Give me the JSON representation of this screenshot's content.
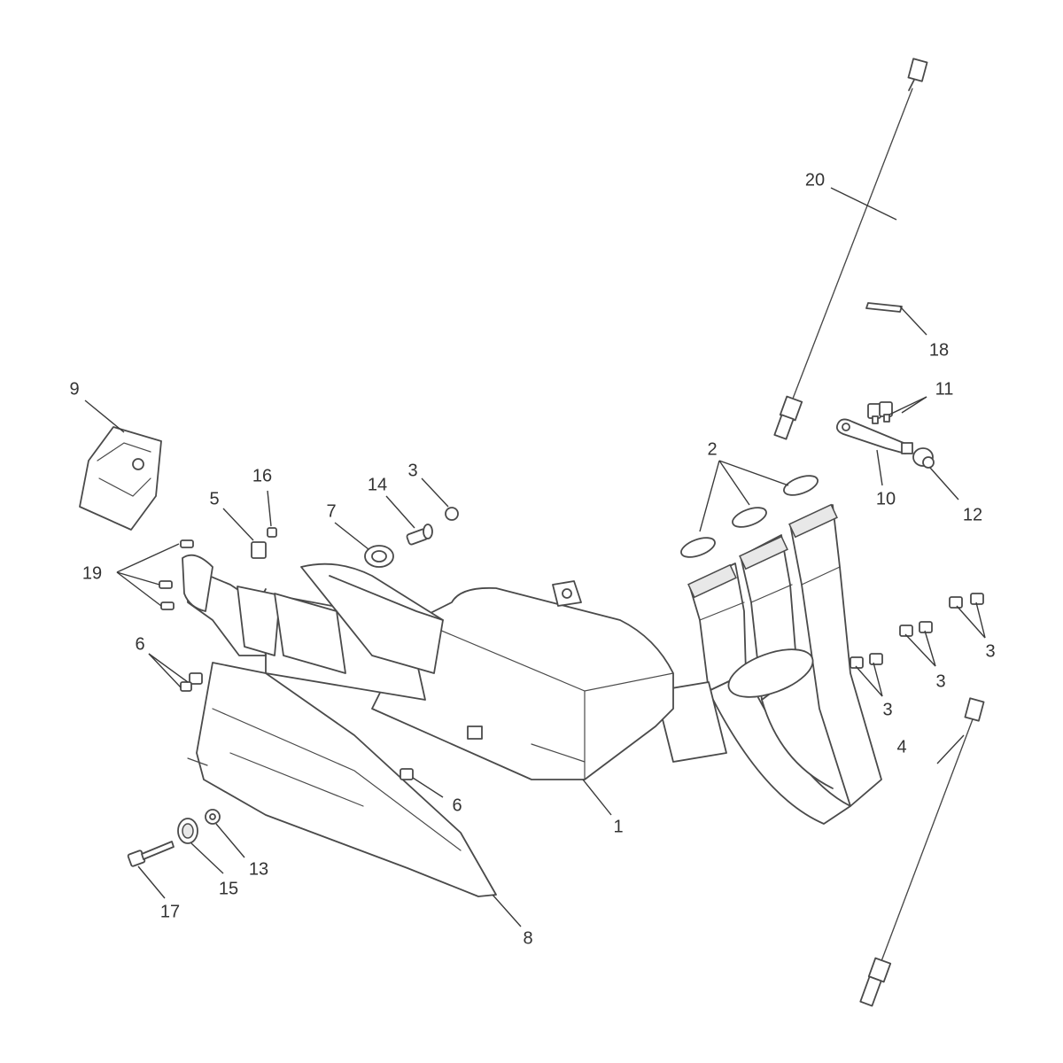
{
  "callouts": [
    {
      "id": "c1",
      "text": "1"
    },
    {
      "id": "c2",
      "text": "2"
    },
    {
      "id": "c3a",
      "text": "3"
    },
    {
      "id": "c3b",
      "text": "3"
    },
    {
      "id": "c3c",
      "text": "3"
    },
    {
      "id": "c3d",
      "text": "3"
    },
    {
      "id": "c4",
      "text": "4"
    },
    {
      "id": "c5",
      "text": "5"
    },
    {
      "id": "c6a",
      "text": "6"
    },
    {
      "id": "c6b",
      "text": "6"
    },
    {
      "id": "c7",
      "text": "7"
    },
    {
      "id": "c8",
      "text": "8"
    },
    {
      "id": "c9",
      "text": "9"
    },
    {
      "id": "c10",
      "text": "10"
    },
    {
      "id": "c11",
      "text": "11"
    },
    {
      "id": "c12",
      "text": "12"
    },
    {
      "id": "c13",
      "text": "13"
    },
    {
      "id": "c14",
      "text": "14"
    },
    {
      "id": "c15",
      "text": "15"
    },
    {
      "id": "c16",
      "text": "16"
    },
    {
      "id": "c17",
      "text": "17"
    },
    {
      "id": "c18",
      "text": "18"
    },
    {
      "id": "c19",
      "text": "19"
    },
    {
      "id": "c20",
      "text": "20"
    }
  ],
  "colors": {
    "line": "#4a4a4a",
    "label": "#333333",
    "background": "#ffffff"
  }
}
